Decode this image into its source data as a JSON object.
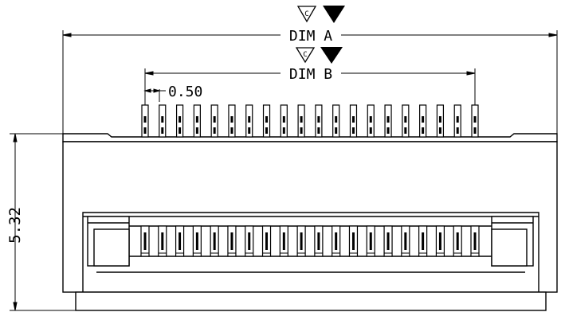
{
  "dimensions": {
    "dim_a": "DIM A",
    "dim_b": "DIM B",
    "pitch": "0.50",
    "height": "5.32"
  },
  "symbols": {
    "dim_a_marker": "C",
    "dim_b_marker": "C"
  },
  "pin_count": 20
}
